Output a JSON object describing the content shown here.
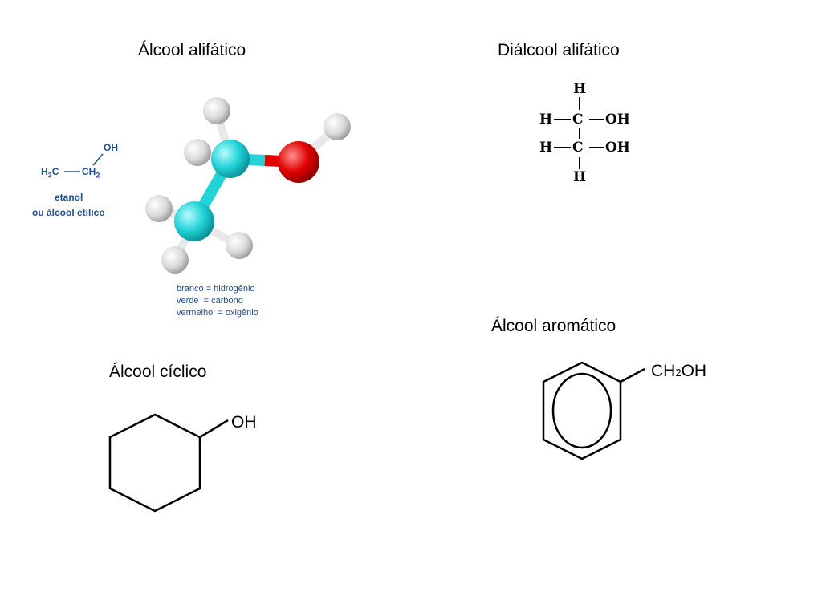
{
  "titles": {
    "aliphatic": "Álcool alifático",
    "diol": "Diálcool alifático",
    "aromatic": "Álcool aromático",
    "cyclic": "Álcool cíclico"
  },
  "ethanol": {
    "oh": "OH",
    "h3c": "H",
    "h3c_sub": "3",
    "h3c_c": "C",
    "ch2": "CH",
    "ch2_sub": "2",
    "name": "etanol",
    "alt_name": "ou álcool etílico"
  },
  "legend": {
    "line1": "branco = hidrogênio",
    "line2": "verde  = carbono",
    "line3": "vermelho  = oxigênio"
  },
  "atom_colors": {
    "hydrogen": "#e8e8e8",
    "carbon": "#22d3d8",
    "oxygen": "#e00000"
  },
  "diol": {
    "h_top": "H",
    "h_left1": "H",
    "c1": "C",
    "oh1": "OH",
    "h_left2": "H",
    "c2": "C",
    "oh2": "OH",
    "h_bottom": "H"
  },
  "cyclic": {
    "oh": "OH"
  },
  "aromatic": {
    "ch": "CH",
    "sub": "2",
    "oh": "OH"
  }
}
